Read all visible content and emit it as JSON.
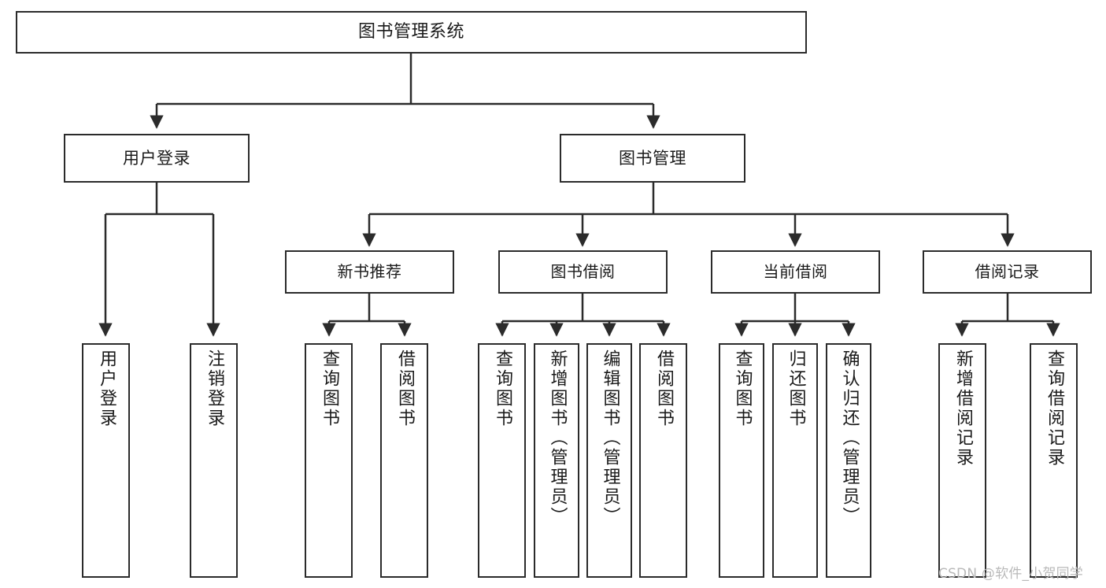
{
  "diagram": {
    "type": "tree-hierarchy",
    "title": "图书管理系统",
    "watermark": "CSDN @软件_小贺同学",
    "colors": {
      "stroke": "#2b2b2b",
      "fill": "#ffffff",
      "text": "#1a1a1a",
      "watermark": "#b9b9b9"
    },
    "nodes": {
      "root": {
        "label": "图书管理系统"
      },
      "level2": [
        {
          "id": "user-login",
          "label": "用户登录"
        },
        {
          "id": "book-manage",
          "label": "图书管理"
        }
      ],
      "level3": [
        {
          "id": "new-book-rec",
          "label": "新书推荐"
        },
        {
          "id": "book-borrow",
          "label": "图书借阅"
        },
        {
          "id": "current-borrow",
          "label": "当前借阅"
        },
        {
          "id": "borrow-record",
          "label": "借阅记录"
        }
      ],
      "leaves": [
        {
          "id": "leaf-user-login",
          "label": "用户登录",
          "parent": "user-login"
        },
        {
          "id": "leaf-user-logout",
          "label": "注销登录",
          "parent": "user-login"
        },
        {
          "id": "leaf-query-book-1",
          "label": "查询图书",
          "parent": "new-book-rec"
        },
        {
          "id": "leaf-borrow-book-1",
          "label": "借阅图书",
          "parent": "new-book-rec"
        },
        {
          "id": "leaf-query-book-2",
          "label": "查询图书",
          "parent": "book-borrow"
        },
        {
          "id": "leaf-add-book",
          "label": "新增图书（管理员）",
          "parent": "book-borrow"
        },
        {
          "id": "leaf-edit-book",
          "label": "编辑图书（管理员）",
          "parent": "book-borrow"
        },
        {
          "id": "leaf-borrow-book-2",
          "label": "借阅图书",
          "parent": "book-borrow"
        },
        {
          "id": "leaf-query-book-3",
          "label": "查询图书",
          "parent": "current-borrow"
        },
        {
          "id": "leaf-return-book",
          "label": "归还图书",
          "parent": "current-borrow"
        },
        {
          "id": "leaf-confirm-return",
          "label": "确认归还（管理员）",
          "parent": "current-borrow"
        },
        {
          "id": "leaf-add-record",
          "label": "新增借阅记录",
          "parent": "borrow-record"
        },
        {
          "id": "leaf-query-record",
          "label": "查询借阅记录",
          "parent": "borrow-record"
        }
      ]
    }
  }
}
